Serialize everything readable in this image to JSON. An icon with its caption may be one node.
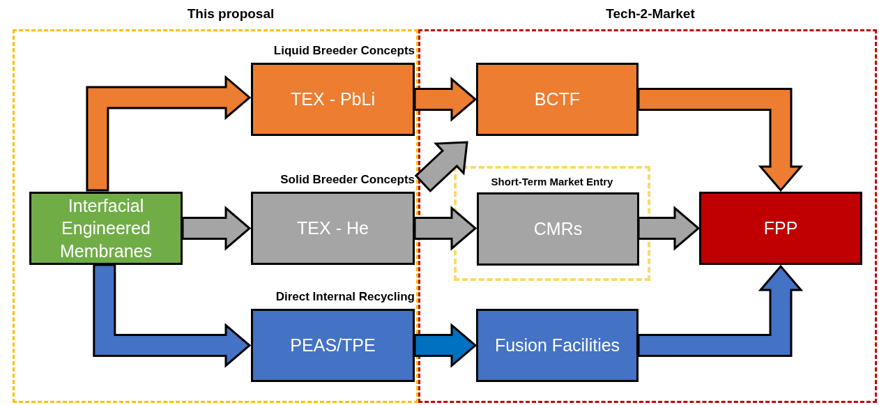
{
  "diagram": {
    "nodes": [
      {
        "text": [
          "This proposal"
        ]
      },
      {
        "text": [
          "Tech-2-Market"
        ]
      },
      {
        "text": [
          "Interfacial Engineered Membranes"
        ],
        "in": 0
      },
      {
        "text": [
          "Liquid Breeder Concepts",
          "TEX - PbLi"
        ],
        "in": 0
      },
      {
        "text": [
          "Solid Breeder Concepts",
          "TEX - He"
        ],
        "in": 0
      },
      {
        "text": [
          "Direct Internal Recycling",
          "PEAS/TPE"
        ],
        "in": 0
      },
      {
        "text": [
          "BCTF"
        ],
        "in": 1
      },
      {
        "text": [
          "Short-Term Market Entry"
        ],
        "in": 1
      },
      {
        "text": [
          "CMRs"
        ],
        "in": 7
      },
      {
        "text": [
          "FPP"
        ],
        "in": 1
      },
      {
        "text": [
          "Fusion Facilities"
        ],
        "in": 1
      }
    ],
    "edges": [
      {
        "from": 2,
        "to": 3,
        "arrow": "to",
        "color": "#ed7d31"
      },
      {
        "from": 2,
        "to": 4,
        "arrow": "to"
      },
      {
        "from": 2,
        "to": 5,
        "arrow": "to",
        "color": "#4472c4"
      },
      {
        "from": 3,
        "to": 6,
        "arrow": "to",
        "color": "#ed7d31"
      },
      {
        "from": 4,
        "to": 6,
        "arrow": "to"
      },
      {
        "from": 4,
        "to": 8,
        "arrow": "to"
      },
      {
        "from": 5,
        "to": 10,
        "arrow": "to",
        "color": "#0070c0"
      },
      {
        "from": 6,
        "to": 9,
        "arrow": "to",
        "color": "#ed7d31"
      },
      {
        "from": 8,
        "to": 9,
        "arrow": "to"
      },
      {
        "from": 10,
        "to": 9,
        "arrow": "to",
        "color": "#4472c4"
      }
    ]
  }
}
